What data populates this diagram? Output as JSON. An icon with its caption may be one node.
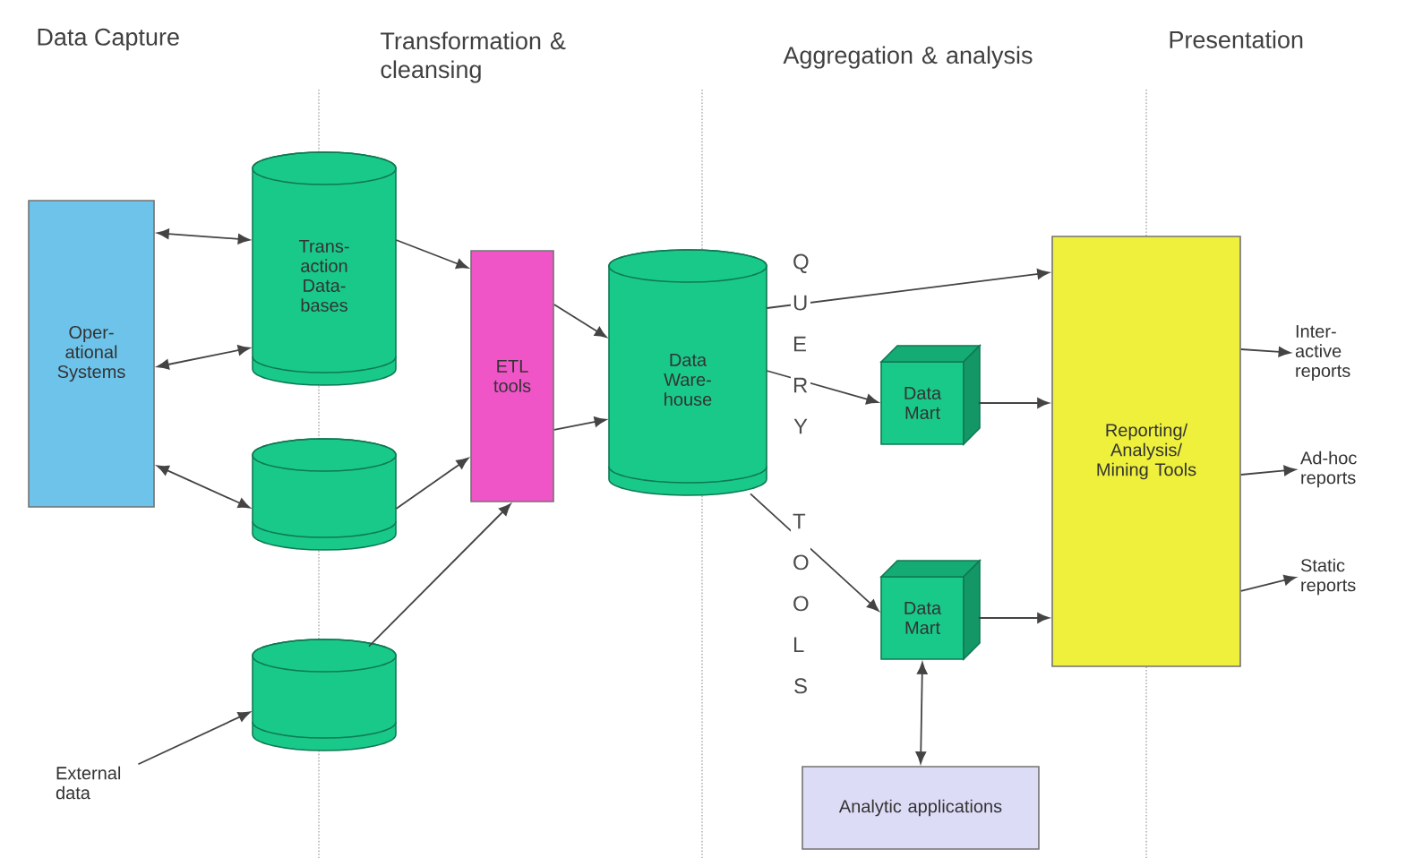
{
  "diagram": {
    "nodes": [
      {
        "text": [
          "Oper- ational Systems"
        ]
      },
      {
        "text": [
          "Trans- action Data- bases"
        ]
      },
      {
        "text": [],
        "shape": "cylinder"
      },
      {
        "text": [],
        "shape": "cylinder"
      },
      {
        "text": [
          "External data"
        ]
      },
      {
        "text": [
          "ETL tools"
        ]
      },
      {
        "text": [
          "Data Ware- house"
        ]
      },
      {
        "text": [
          "Data Mart"
        ]
      },
      {
        "text": [
          "Data Mart"
        ]
      },
      {
        "text": [
          "Reporting/ Analysis/ Mining Tools"
        ]
      },
      {
        "text": [
          "Analytic applications"
        ]
      },
      {
        "text": [
          "Inter- active reports"
        ]
      },
      {
        "text": [
          "Ad-hoc reports"
        ]
      },
      {
        "text": [
          "Static reports"
        ]
      }
    ],
    "edges": [
      {
        "from": 0,
        "to": 1,
        "arrow": "both"
      },
      {
        "from": 0,
        "to": 1,
        "arrow": "both"
      },
      {
        "from": 0,
        "to": 2,
        "arrow": "both"
      },
      {
        "from": 1,
        "to": 5,
        "arrow": "to"
      },
      {
        "from": 2,
        "to": 5,
        "arrow": "to"
      },
      {
        "from": 3,
        "to": 5,
        "arrow": "to"
      },
      {
        "from": 4,
        "to": 3,
        "arrow": "to"
      },
      {
        "from": 5,
        "to": 6,
        "arrow": "to"
      },
      {
        "from": 5,
        "to": 6,
        "arrow": "to"
      },
      {
        "from": 6,
        "to": 9,
        "arrow": "to"
      },
      {
        "from": 6,
        "to": 7,
        "arrow": "to"
      },
      {
        "from": 6,
        "to": 8,
        "arrow": "to"
      },
      {
        "from": 7,
        "to": 9,
        "arrow": "to"
      },
      {
        "from": 8,
        "to": 9,
        "arrow": "to"
      },
      {
        "from": 8,
        "to": 10,
        "arrow": "both"
      },
      {
        "from": 9,
        "to": 11,
        "arrow": "to"
      },
      {
        "from": 9,
        "to": 12,
        "arrow": "to"
      },
      {
        "from": 9,
        "to": 13,
        "arrow": "to"
      }
    ],
    "labels": [
      "Data Capture",
      "Transformation & cleansing",
      "Aggregation & analysis",
      "Presentation",
      "QUERY",
      "TOOLS"
    ]
  }
}
